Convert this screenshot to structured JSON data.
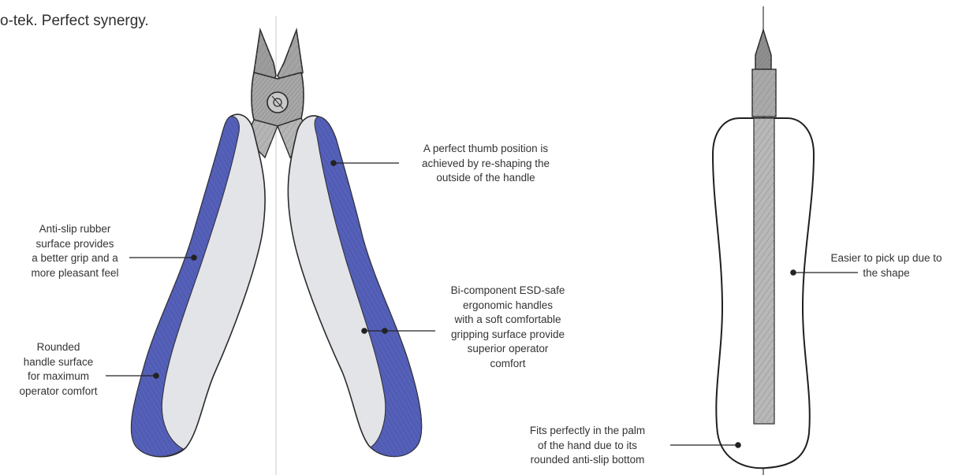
{
  "headline": "o-tek. Perfect synergy.",
  "annotations": {
    "anti_slip": "Anti-slip rubber\nsurface provides\na better grip and a\nmore pleasant feel",
    "rounded": "Rounded\nhandle surface\nfor maximum\noperator comfort",
    "thumb": "A perfect thumb position is\nachieved by re-shaping the\noutside of the handle",
    "bicomponent": "Bi-component ESD-safe\nergonomic handles\nwith a soft comfortable\ngripping surface provide\nsuperior operator\ncomfort",
    "easier": "Easier to pick up due to\nthe shape",
    "fits": "Fits perfectly in the palm\nof the hand due to its\nrounded anti-slip bottom"
  },
  "colors": {
    "handle_blue": "#4a56b0",
    "handle_blue_light": "#7b86cf",
    "handle_grey": "#d9dade",
    "metal": "#a9a9a9",
    "outline": "#2a2a2a",
    "leader": "#222222"
  }
}
